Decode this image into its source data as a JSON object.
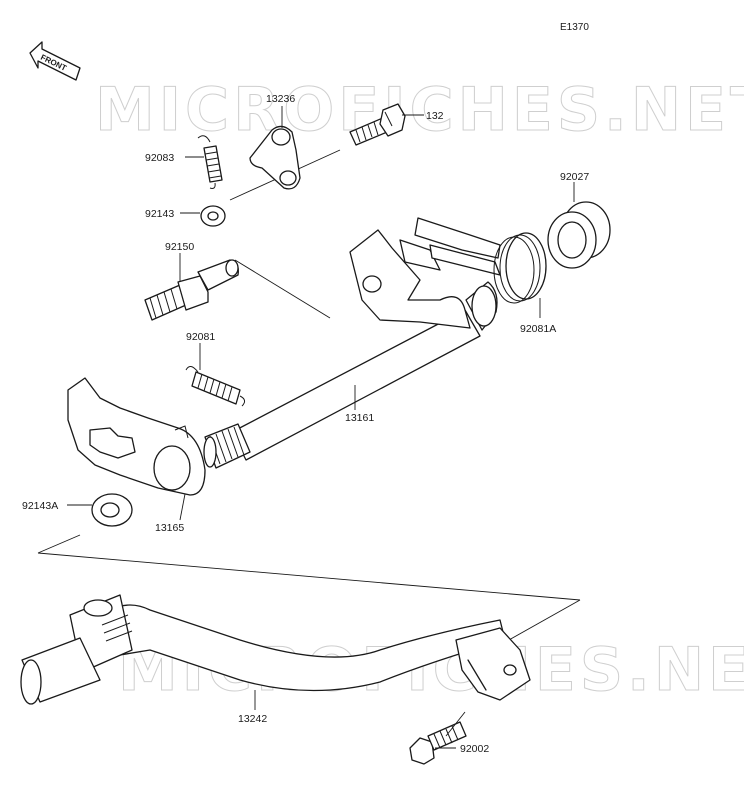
{
  "diagram_code": "E1370",
  "direction_label": "FRONT",
  "watermark": "MICROFICHES.NET",
  "parts": [
    {
      "id": "13236",
      "label": "13236"
    },
    {
      "id": "132",
      "label": "132"
    },
    {
      "id": "92083",
      "label": "92083"
    },
    {
      "id": "92143",
      "label": "92143"
    },
    {
      "id": "92027",
      "label": "92027"
    },
    {
      "id": "92150",
      "label": "92150"
    },
    {
      "id": "92081A",
      "label": "92081A"
    },
    {
      "id": "92081",
      "label": "92081"
    },
    {
      "id": "13161",
      "label": "13161"
    },
    {
      "id": "92143A",
      "label": "92143A"
    },
    {
      "id": "13165",
      "label": "13165"
    },
    {
      "id": "13242",
      "label": "13242"
    },
    {
      "id": "92002",
      "label": "92002"
    }
  ]
}
